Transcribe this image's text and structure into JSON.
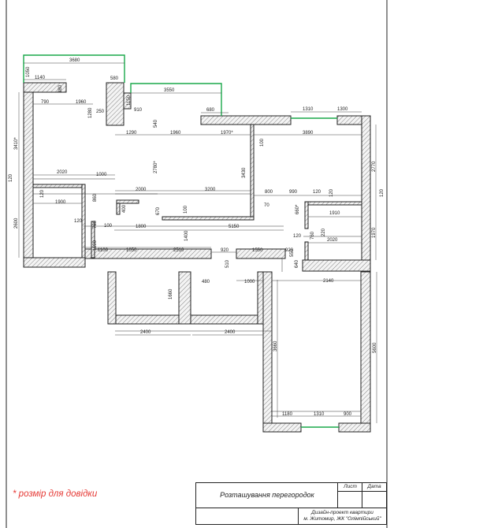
{
  "note": "* розмір для довідки",
  "stamp": {
    "title": "Розташування перегородок",
    "sheet_label": "Лист",
    "date_label": "Дата",
    "project_line1": "Дизайн-проект квартири",
    "project_line2": "м. Житомир, ЖК \"Олімпійський\""
  },
  "dimensions": {
    "d3680": "3680",
    "d1050": "1050",
    "d1140": "1140",
    "d380": "380",
    "d580": "580",
    "d3550": "3550",
    "d790": "790",
    "d1960a": "1960",
    "d1150": "1150",
    "d910": "910",
    "d1280": "1280",
    "d250": "250",
    "d680": "680",
    "d1310a": "1310",
    "d1300": "1300",
    "d540": "540",
    "d1290": "1290",
    "d1960b": "1960",
    "d1970s": "1970*",
    "d3890": "3890",
    "d3410s": "3410*",
    "d100a": "100",
    "d2770": "2770",
    "d2780s": "2780*",
    "d3430": "3430",
    "d120a": "120",
    "d2020a": "2020",
    "d1000a": "1000",
    "d2000": "2000",
    "d3200": "3200",
    "d800": "800",
    "d990": "990",
    "d120b": "120",
    "d120c": "120",
    "d120d": "120",
    "d120e": "120",
    "d1900": "1900",
    "d860": "860",
    "d400": "400",
    "d670": "670",
    "d100b": "100",
    "d70": "70",
    "d660s": "660*",
    "d1910": "1910",
    "d2600": "2600",
    "d120f": "120",
    "d760a": "760",
    "d100c": "100",
    "d1800": "1800",
    "d5150": "5150",
    "d1400": "1400",
    "d120g": "120",
    "d760b": "760",
    "d220": "220",
    "d2020b": "2020",
    "d1970b": "1970",
    "d1100": "1100",
    "d1190": "1190",
    "d1050b": "1050",
    "d2510": "2510",
    "d920a": "920",
    "d1550": "1550",
    "d920b": "920",
    "d550": "550",
    "d640": "640",
    "d510": "510",
    "d480": "480",
    "d1000b": "1000",
    "d2140": "2140",
    "d1660": "1660",
    "d2400a": "2400",
    "d2400b": "2400",
    "d3660": "3660",
    "d5600": "5600",
    "d1180": "1180",
    "d1310b": "1310",
    "d900": "900"
  }
}
